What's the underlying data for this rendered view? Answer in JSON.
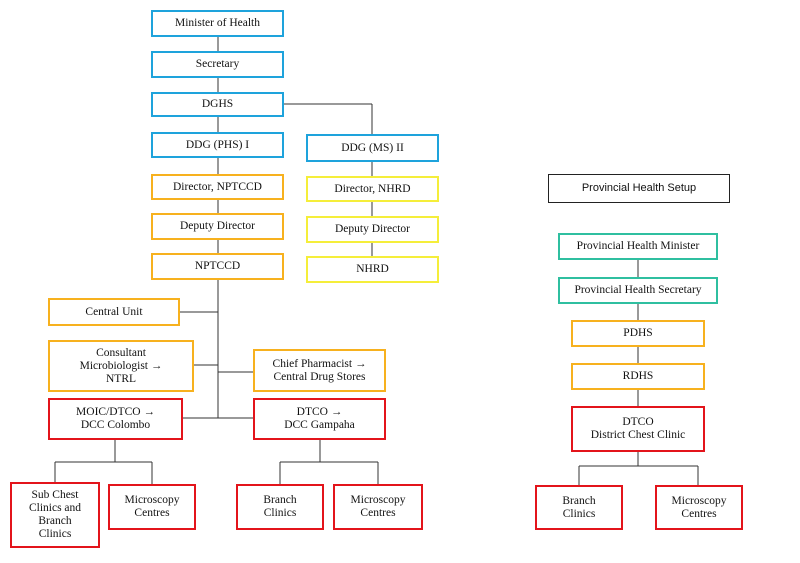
{
  "national": {
    "minister": "Minister of Health",
    "secretary": "Secretary",
    "dghs": "DGHS",
    "ddg_phs": "DDG (PHS) I",
    "ddg_ms": "DDG (MS) II",
    "director_nptccd": "Director, NPTCCD",
    "deputy_director_left": "Deputy Director",
    "nptccd": "NPTCCD",
    "director_nhrd": "Director, NHRD",
    "deputy_director_right": "Deputy Director",
    "nhrd": "NHRD",
    "central_unit": "Central Unit",
    "consultant": [
      "Consultant",
      "Microbiologist →",
      "NTRL"
    ],
    "chief_pharmacist": [
      "Chief Pharmacist →",
      "Central Drug Stores"
    ],
    "moic": [
      "MOIC/DTCO →",
      "DCC Colombo"
    ],
    "dtco_gampaha": [
      "DTCO →",
      "DCC Gampaha"
    ],
    "sub_chest": [
      "Sub Chest",
      "Clinics and",
      "Branch",
      "Clinics"
    ],
    "microscopy_left": [
      "Microscopy",
      "Centres"
    ],
    "branch_clinics_mid": [
      "Branch",
      "Clinics"
    ],
    "microscopy_mid": [
      "Microscopy",
      "Centres"
    ]
  },
  "provincial": {
    "title": "Provincial Health Setup",
    "minister": "Provincial Health Minister",
    "secretary": "Provincial Health Secretary",
    "pdhs": "PDHS",
    "rdhs": "RDHS",
    "dtco": [
      "DTCO",
      "District Chest Clinic"
    ],
    "branch_clinics": [
      "Branch",
      "Clinics"
    ],
    "microscopy": [
      "Microscopy",
      "Centres"
    ]
  },
  "colors": {
    "blue": "#1ea3dc",
    "orange": "#f7b11e",
    "yellow": "#f5ee3a",
    "red": "#e3141b",
    "teal": "#2fbfa0",
    "line": "#333333"
  }
}
